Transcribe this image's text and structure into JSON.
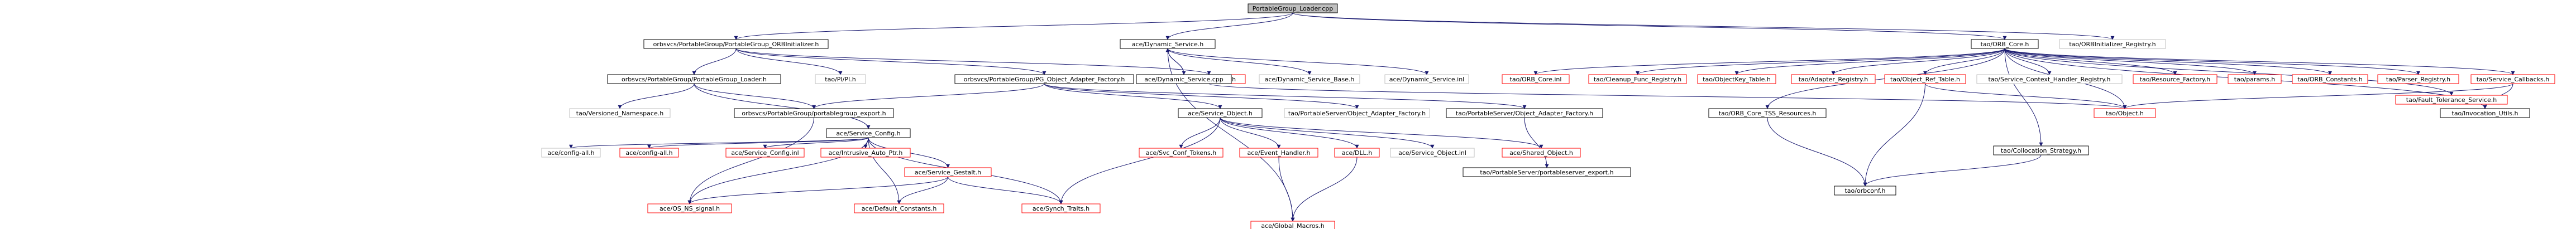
{
  "colors": {
    "root_fill": "#bfbfbf",
    "node_fill": "#ffffff",
    "node_stroke": "#000000",
    "external_stroke": "#bfbfbf",
    "missing_stroke": "#ff0000",
    "edge": "#191970",
    "text": "#000000"
  },
  "nodes": [
    {
      "id": "root",
      "label": "PortableGroup_Loader.cpp",
      "kind": "root"
    },
    {
      "id": "pgi",
      "label": "orbsvcs/PortableGroup/PortableGroup_ORBInitializer.h",
      "kind": "internal"
    },
    {
      "id": "dyn",
      "label": "ace/Dynamic_Service.h",
      "kind": "internal"
    },
    {
      "id": "orbcore",
      "label": "tao/ORB_Core.h",
      "kind": "internal"
    },
    {
      "id": "orbinitreg",
      "label": "tao/ORBInitializer_Registry.h",
      "kind": "external"
    },
    {
      "id": "pgl",
      "label": "orbsvcs/PortableGroup/PortableGroup_Loader.h",
      "kind": "internal"
    },
    {
      "id": "pipi",
      "label": "tao/PI/PI.h",
      "kind": "external"
    },
    {
      "id": "pgaf",
      "label": "orbsvcs/PortableGroup/PG_Object_Adapter_Factory.h",
      "kind": "internal"
    },
    {
      "id": "localobj",
      "label": "tao/LocalObject.h",
      "kind": "missing"
    },
    {
      "id": "dyncpp",
      "label": "ace/Dynamic_Service.cpp",
      "kind": "internal"
    },
    {
      "id": "dynbase",
      "label": "ace/Dynamic_Service_Base.h",
      "kind": "external"
    },
    {
      "id": "dyninl",
      "label": "ace/Dynamic_Service.inl",
      "kind": "external"
    },
    {
      "id": "orbcoreinl",
      "label": "tao/ORB_Core.inl",
      "kind": "missing"
    },
    {
      "id": "cleanup",
      "label": "tao/Cleanup_Func_Registry.h",
      "kind": "missing"
    },
    {
      "id": "objkey",
      "label": "tao/ObjectKey_Table.h",
      "kind": "missing"
    },
    {
      "id": "adapterreg",
      "label": "tao/Adapter_Registry.h",
      "kind": "missing"
    },
    {
      "id": "objref",
      "label": "tao/Object_Ref_Table.h",
      "kind": "missing"
    },
    {
      "id": "scr",
      "label": "tao/Service_Context_Handler_Registry.h",
      "kind": "external"
    },
    {
      "id": "resfac",
      "label": "tao/Resource_Factory.h",
      "kind": "missing"
    },
    {
      "id": "params",
      "label": "tao/params.h",
      "kind": "missing"
    },
    {
      "id": "orbconst",
      "label": "tao/ORB_Constants.h",
      "kind": "missing"
    },
    {
      "id": "parser",
      "label": "tao/Parser_Registry.h",
      "kind": "missing"
    },
    {
      "id": "svccb",
      "label": "tao/Service_Callbacks.h",
      "kind": "missing"
    },
    {
      "id": "ftsvc",
      "label": "tao/Fault_Tolerance_Service.h",
      "kind": "missing"
    },
    {
      "id": "versioned",
      "label": "tao/Versioned_Namespace.h",
      "kind": "external"
    },
    {
      "id": "pgexport",
      "label": "orbsvcs/PortableGroup/portablegroup_export.h",
      "kind": "internal"
    },
    {
      "id": "svcconf",
      "label": "ace/Service_Config.h",
      "kind": "internal"
    },
    {
      "id": "svcobj",
      "label": "ace/Service_Object.h",
      "kind": "internal"
    },
    {
      "id": "psoaf",
      "label": "tao/PortableServer/Object_Adapter_Factory.h",
      "kind": "external"
    },
    {
      "id": "psoafh",
      "label": "tao/PortableServer/Object_Adapter_Factory.h",
      "kind": "internal"
    },
    {
      "id": "tssres",
      "label": "tao/ORB_Core_TSS_Resources.h",
      "kind": "internal"
    },
    {
      "id": "taoobj",
      "label": "tao/Object.h",
      "kind": "missing"
    },
    {
      "id": "colloc",
      "label": "tao/Collocation_Strategy.h",
      "kind": "internal"
    },
    {
      "id": "invutils",
      "label": "tao/Invocation_Utils.h",
      "kind": "internal"
    },
    {
      "id": "configall",
      "label": "ace/config-all.h",
      "kind": "external"
    },
    {
      "id": "configallr",
      "label": "ace/config-all.h",
      "kind": "missing"
    },
    {
      "id": "svcconfinl",
      "label": "ace/Service_Config.inl",
      "kind": "missing"
    },
    {
      "id": "intrusive",
      "label": "ace/Intrusive_Auto_Ptr.h",
      "kind": "missing"
    },
    {
      "id": "svcgestalt",
      "label": "ace/Service_Gestalt.h",
      "kind": "missing"
    },
    {
      "id": "svccont",
      "label": "ace/Svc_Conf_Tokens.h",
      "kind": "missing"
    },
    {
      "id": "evh",
      "label": "ace/Event_Handler.h",
      "kind": "missing"
    },
    {
      "id": "dll",
      "label": "ace/DLL.h",
      "kind": "missing"
    },
    {
      "id": "svcobjinl",
      "label": "ace/Service_Object.inl",
      "kind": "external"
    },
    {
      "id": "sharedobj",
      "label": "ace/Shared_Object.h",
      "kind": "missing"
    },
    {
      "id": "psexport",
      "label": "tao/PortableServer/portableserver_export.h",
      "kind": "internal"
    },
    {
      "id": "orbconf",
      "label": "tao/orbconf.h",
      "kind": "internal"
    },
    {
      "id": "osns",
      "label": "ace/OS_NS_signal.h",
      "kind": "missing"
    },
    {
      "id": "defconst",
      "label": "ace/Default_Constants.h",
      "kind": "missing"
    },
    {
      "id": "synch",
      "label": "ace/Synch_Traits.h",
      "kind": "missing"
    },
    {
      "id": "globalmac",
      "label": "ace/Global_Macros.h",
      "kind": "missing"
    }
  ]
}
